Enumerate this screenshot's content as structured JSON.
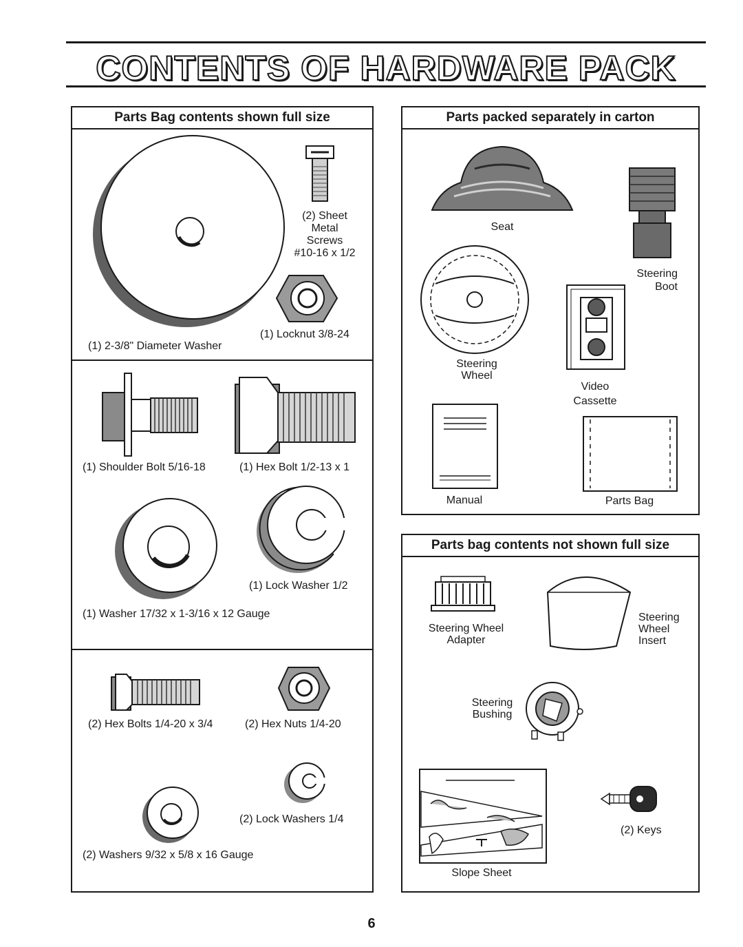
{
  "page": {
    "title": "CONTENTS OF HARDWARE PACK",
    "page_number": "6"
  },
  "left_panel": {
    "heading": "Parts Bag contents shown full size",
    "items": {
      "screws": "(2) Sheet\nMetal\nScrews\n#10-16 x 1/2",
      "locknut": "(1) Locknut  3/8-24",
      "big_washer": "(1) 2-3/8\" Diameter Washer",
      "shoulder_bolt": "(1) Shoulder Bolt  5/16-18",
      "hex_bolt": "(1) Hex Bolt  1/2-13 x 1",
      "lock_washer": "(1) Lock Washer  1/2",
      "washer": "(1) Washer  17/32 x 1-3/16 x 12 Gauge",
      "hex_bolts": "(2) Hex Bolts  1/4-20 x 3/4",
      "hex_nuts": "(2) Hex Nuts  1/4-20",
      "lock_washers": "(2) Lock Washers  1/4",
      "washers": "(2) Washers  9/32  x 5/8 x 16 Gauge"
    }
  },
  "right_top_panel": {
    "heading": "Parts packed separately in carton",
    "items": {
      "seat": "Seat",
      "steering_boot": "Steering\nBoot",
      "steering_wheel": "Steering\nWheel",
      "video_cassette": "Video\nCassette",
      "manual": "Manual",
      "parts_bag": "Parts Bag"
    }
  },
  "right_bottom_panel": {
    "heading": "Parts bag contents not shown full size",
    "items": {
      "steering_wheel_adapter": "Steering Wheel\nAdapter",
      "steering_wheel_insert": "Steering\nWheel\nInsert",
      "steering_bushing": "Steering\nBushing",
      "keys": "(2) Keys",
      "slope_sheet": "Slope Sheet"
    }
  },
  "colors": {
    "ink": "#1a1a1a",
    "paper": "#ffffff",
    "metal_gray": "#8c8c8c"
  }
}
